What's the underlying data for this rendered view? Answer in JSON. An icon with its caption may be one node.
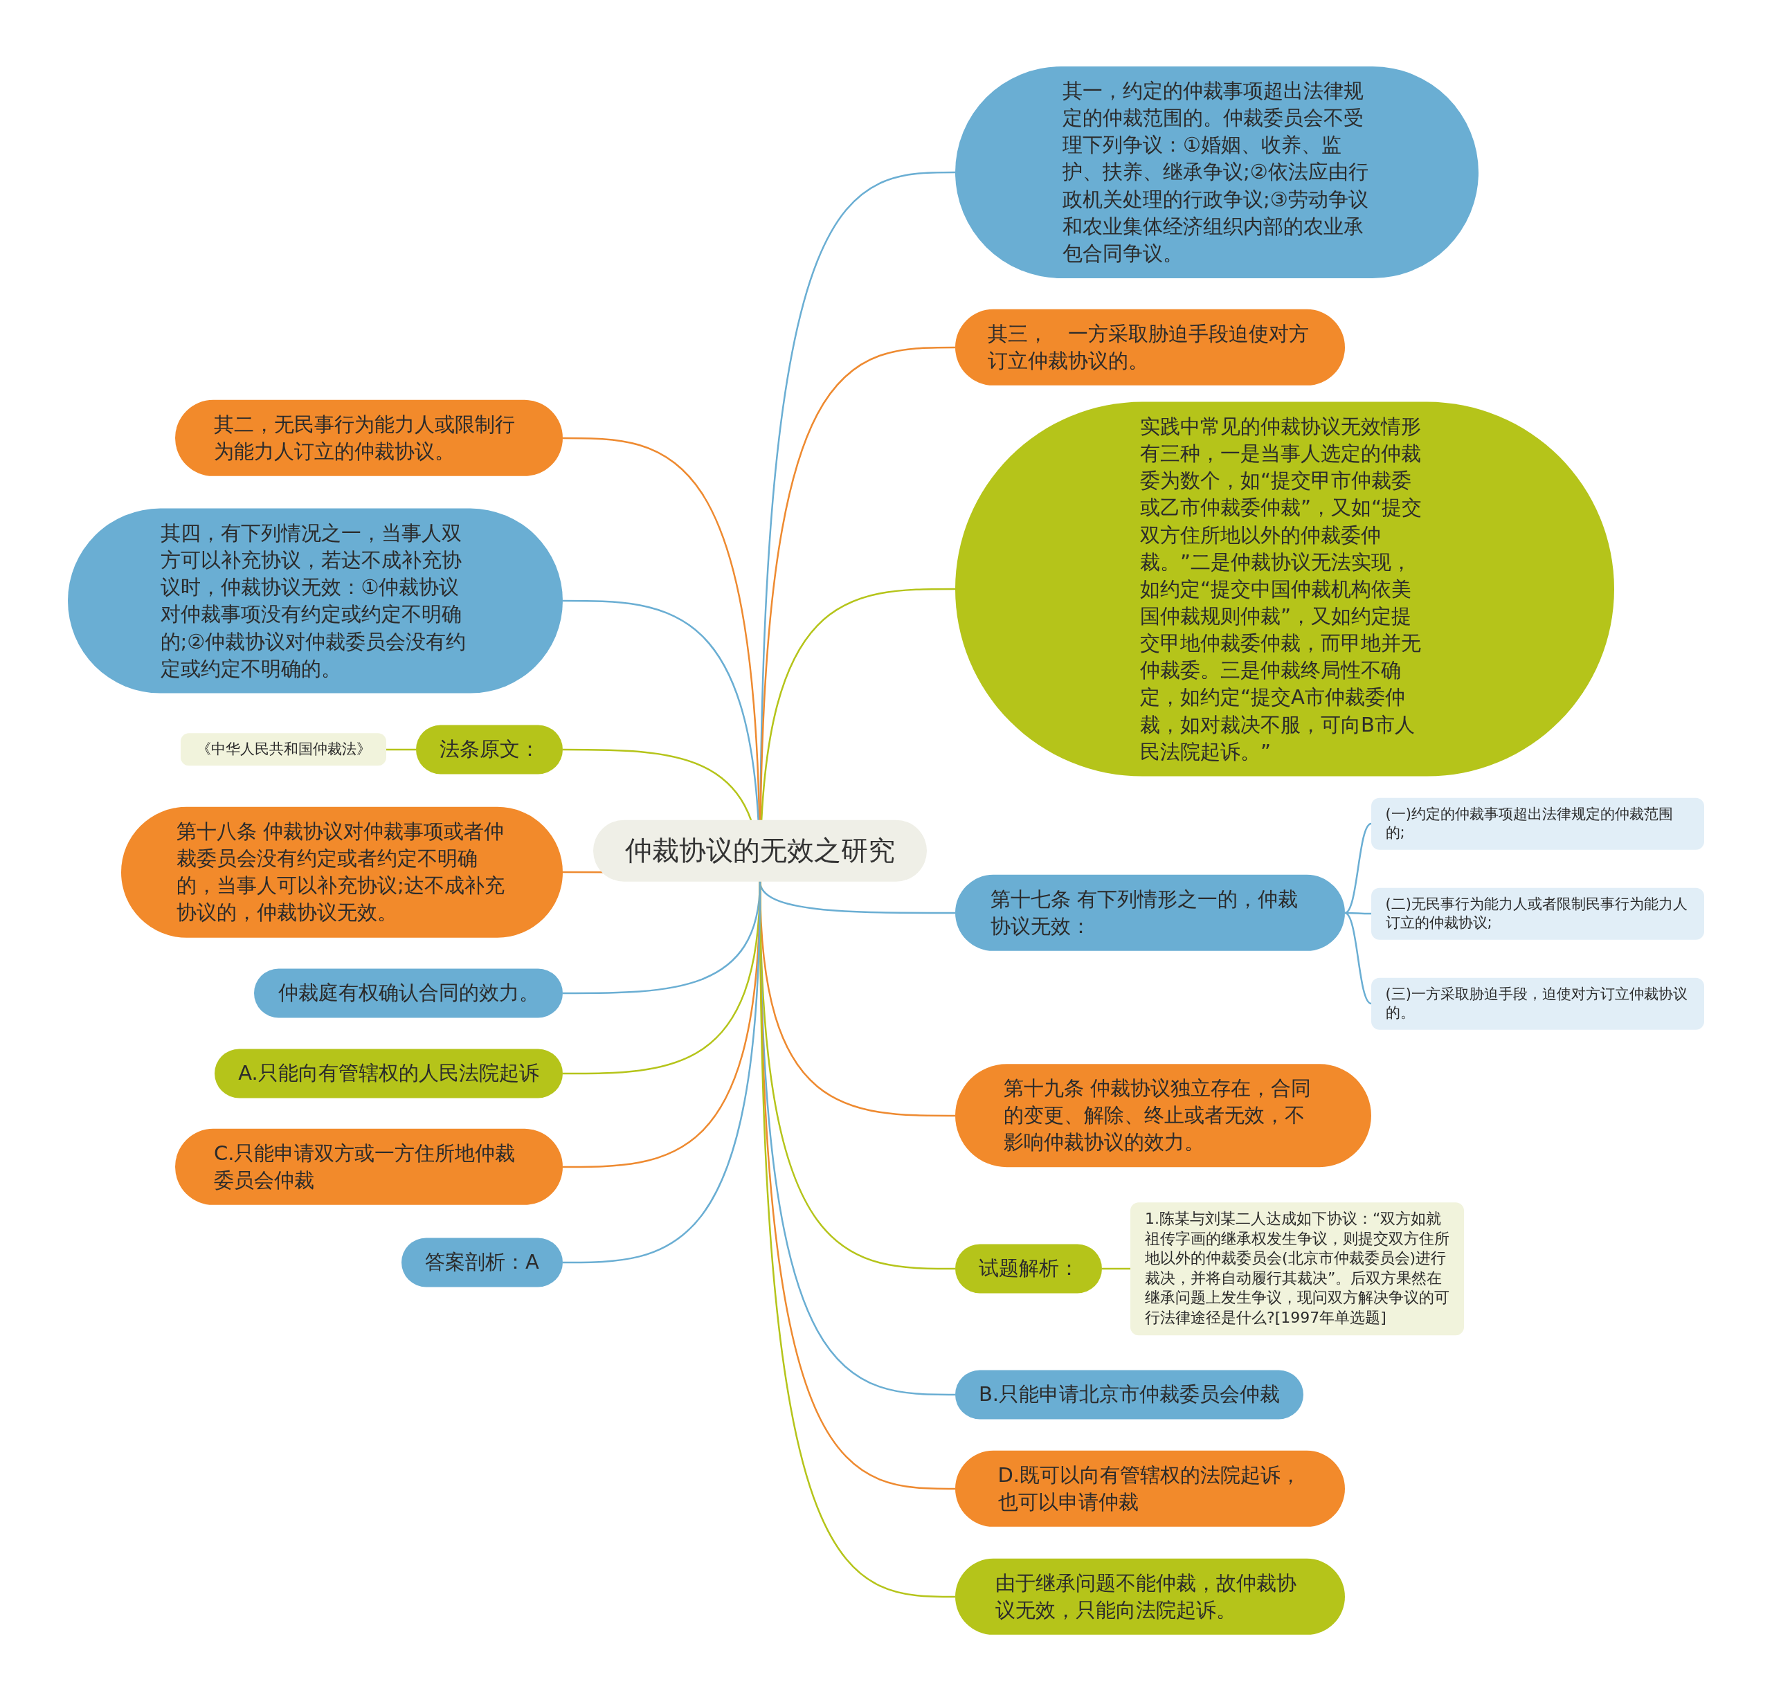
{
  "diagram": {
    "nodes": [
      {
        "text": [
          "仲裁协议的无效之研究"
        ]
      },
      {
        "text": [
          "其一，约定的仲裁事项超出法律规定的仲裁范围的。仲裁委员会不受理下列争议：①婚姻、收养、监护、扶养、继承争议;②依法应由行政机关处理的行政争议;③劳动争议和农业集体经济组织内部的农业承包合同争议。"
        ]
      },
      {
        "text": [
          "其三，　一方采取胁迫手段迫使对方订立仲裁协议的。"
        ]
      },
      {
        "text": [
          "实践中常见的仲裁协议无效情形有三种，一是当事人选定的仲裁委为数个，如“提交甲市仲裁委或乙市仲裁委仲裁”，又如“提交双方住所地以外的仲裁委仲裁。”二是仲裁协议无法实现，如约定“提交中国仲裁机构依美国仲裁规则仲裁”，又如约定提交甲地仲裁委仲裁，而甲地并无仲裁委。三是仲裁终局性不确定，如约定“提交A市仲裁委仲裁，如对裁决不服，可向B市人民法院起诉。”"
        ]
      },
      {
        "text": [
          "第十七条 有下列情形之一的，仲裁协议无效："
        ]
      },
      {
        "text": [
          "(一)约定的仲裁事项超出法律规定的仲裁范围的;"
        ]
      },
      {
        "text": [
          "(二)无民事行为能力人或者限制民事行为能力人订立的仲裁协议;"
        ]
      },
      {
        "text": [
          "(三)一方采取胁迫手段，迫使对方订立仲裁协议的。"
        ]
      },
      {
        "text": [
          "第十九条 仲裁协议独立存在，合同的变更、解除、终止或者无效，不影响仲裁协议的效力。"
        ]
      },
      {
        "text": [
          "试题解析："
        ]
      },
      {
        "text": [
          "1.陈某与刘某二人达成如下协议：“双方如就祖传字画的继承权发生争议，则提交双方住所地以外的仲裁委员会(北京市仲裁委员会)进行裁决，并将自动履行其裁决”。后双方果然在继承问题上发生争议，现问双方解决争议的可行法律途径是什么?[1997年单选题]"
        ]
      },
      {
        "text": [
          "B.只能申请北京市仲裁委员会仲裁"
        ]
      },
      {
        "text": [
          "D.既可以向有管辖权的法院起诉，也可以申请仲裁"
        ]
      },
      {
        "text": [
          "由于继承问题不能仲裁，故仲裁协议无效，只能向法院起诉。"
        ]
      },
      {
        "text": [
          "其二，无民事行为能力人或限制行为能力人订立的仲裁协议。"
        ]
      },
      {
        "text": [
          "其四，有下列情况之一，当事人双方可以补充协议，若达不成补充协议时，仲裁协议无效：①仲裁协议对仲裁事项没有约定或约定不明确的;②仲裁协议对仲裁委员会没有约定或约定不明确的。"
        ]
      },
      {
        "text": [
          "法条原文："
        ]
      },
      {
        "text": [
          "《中华人民共和国仲裁法》"
        ]
      },
      {
        "text": [
          "第十八条 仲裁协议对仲裁事项或者仲裁委员会没有约定或者约定不明确的，当事人可以补充协议;达不成补充协议的，仲裁协议无效。"
        ]
      },
      {
        "text": [
          "仲裁庭有权确认合同的效力。"
        ]
      },
      {
        "text": [
          "A.只能向有管辖权的人民法院起诉"
        ]
      },
      {
        "text": [
          "C.只能申请双方或一方住所地仲裁委员会仲裁"
        ]
      },
      {
        "text": [
          "答案剖析：A"
        ]
      }
    ],
    "edges": [
      {
        "from": 0,
        "to": 1,
        "arrow": "none"
      },
      {
        "from": 0,
        "to": 2,
        "arrow": "none",
        "color": "#ee8a30"
      },
      {
        "from": 0,
        "to": 3,
        "arrow": "none",
        "color": "#b5c41a"
      },
      {
        "from": 0,
        "to": 4,
        "arrow": "none"
      },
      {
        "from": 4,
        "to": 5,
        "arrow": "none"
      },
      {
        "from": 4,
        "to": 6,
        "arrow": "none"
      },
      {
        "from": 4,
        "to": 7,
        "arrow": "none"
      },
      {
        "from": 0,
        "to": 8,
        "arrow": "none",
        "color": "#ee8a30"
      },
      {
        "from": 0,
        "to": 9,
        "arrow": "none",
        "color": "#b5c41a"
      },
      {
        "from": 9,
        "to": 10,
        "arrow": "none",
        "color": "#b5c41a"
      },
      {
        "from": 0,
        "to": 11,
        "arrow": "none"
      },
      {
        "from": 0,
        "to": 12,
        "arrow": "none",
        "color": "#ee8a30"
      },
      {
        "from": 0,
        "to": 13,
        "arrow": "none",
        "color": "#b5c41a"
      },
      {
        "from": 0,
        "to": 14,
        "arrow": "none",
        "color": "#ee8a30"
      },
      {
        "from": 0,
        "to": 15,
        "arrow": "none"
      },
      {
        "from": 0,
        "to": 16,
        "arrow": "none",
        "color": "#b5c41a"
      },
      {
        "from": 16,
        "to": 17,
        "arrow": "none",
        "color": "#b5c41a"
      },
      {
        "from": 0,
        "to": 18,
        "arrow": "none",
        "color": "#ee8a30"
      },
      {
        "from": 0,
        "to": 19,
        "arrow": "none"
      },
      {
        "from": 0,
        "to": 20,
        "arrow": "none",
        "color": "#b5c41a"
      },
      {
        "from": 0,
        "to": 21,
        "arrow": "none",
        "color": "#ee8a30"
      },
      {
        "from": 0,
        "to": 22,
        "arrow": "none"
      }
    ]
  }
}
